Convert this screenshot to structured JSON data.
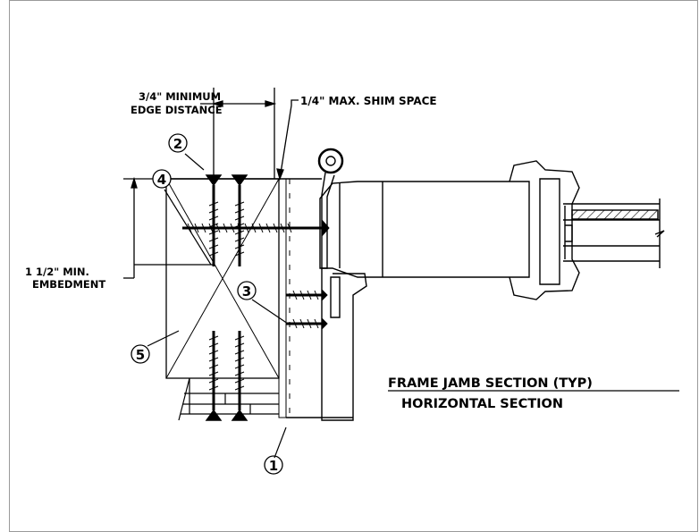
{
  "labels": {
    "edge_distance_line1": "3/4\" MINIMUM",
    "edge_distance_line2": "EDGE DISTANCE",
    "shim_space": "1/4\" MAX. SHIM SPACE",
    "embedment_line1": "1 1/2\" MIN.",
    "embedment_line2": "EMBEDMENT",
    "title_line1": "FRAME JAMB SECTION (TYP)",
    "title_line2": "HORIZONTAL SECTION"
  },
  "callouts": [
    "1",
    "2",
    "3",
    "4",
    "5"
  ],
  "colors": {
    "ink": "#000000",
    "paper": "#ffffff",
    "border": "#9a9a9a"
  }
}
